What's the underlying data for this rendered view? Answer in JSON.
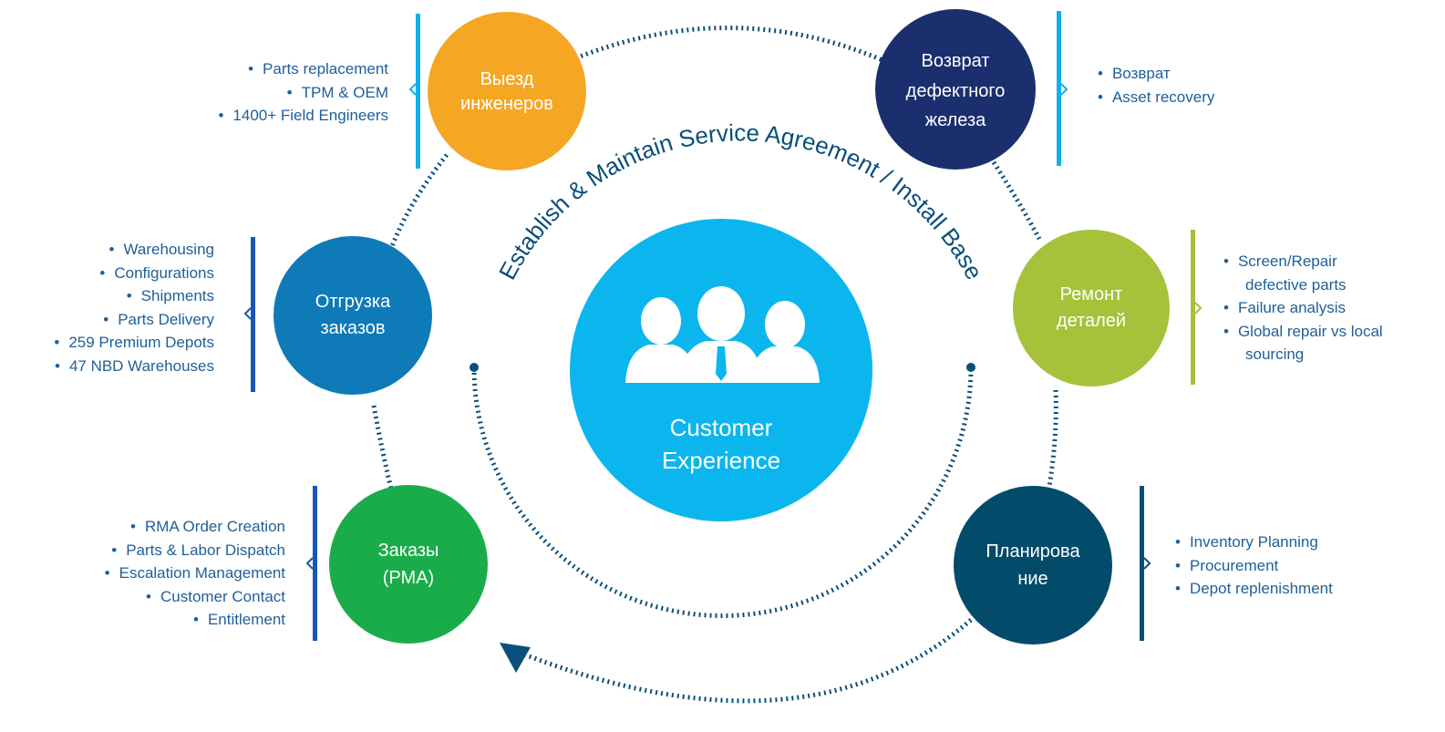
{
  "center": {
    "label_line1": "Customer",
    "label_line2": "Experience",
    "icon": "people-group-icon",
    "color": "#0bb6ee"
  },
  "arc_label": "Establish & Maintain Service Agreement / Install Base",
  "nodes": [
    {
      "id": "dispatch",
      "line1": "Выезд",
      "line2": "инженеров",
      "color": "#f5a623",
      "items": [
        "Parts replacement",
        "TPM & OEM",
        "1400+ Field Engineers"
      ]
    },
    {
      "id": "return",
      "line1": "Возврат",
      "line2": "дефектного",
      "line3": "железа",
      "color": "#1b2f6e",
      "items": [
        "Возврат",
        "Asset recovery"
      ]
    },
    {
      "id": "shipping",
      "line1": "Отгрузка",
      "line2": "заказов",
      "color": "#0f7ab8",
      "items": [
        "Warehousing",
        "Configurations",
        "Shipments",
        "Parts Delivery",
        "259 Premium Depots",
        "47 NBD Warehouses"
      ]
    },
    {
      "id": "repair",
      "line1": "Ремонт",
      "line2": "деталей",
      "color": "#a6c13a",
      "items": [
        "Screen/Repair",
        "defective parts",
        "Failure analysis",
        "Global repair vs local",
        "sourcing"
      ]
    },
    {
      "id": "orders",
      "line1": "Заказы",
      "line2": "(РМА)",
      "color": "#1aac4a",
      "items": [
        "RMA Order Creation",
        "Parts & Labor Dispatch",
        "Escalation Management",
        "Customer Contact",
        "Entitlement"
      ]
    },
    {
      "id": "planning",
      "line1": "Планирова",
      "line2": "ние",
      "color": "#024b6b",
      "items": [
        "Inventory Planning",
        "Procurement",
        "Depot replenishment"
      ]
    }
  ],
  "colors": {
    "dotted_ring": "#0a4f7a",
    "text": "#1f5f99",
    "bar_light_blue": "#12b0ea",
    "bar_green": "#a6c13a",
    "bar_navy": "#0a4f7a",
    "bar_blue": "#1657b5"
  }
}
